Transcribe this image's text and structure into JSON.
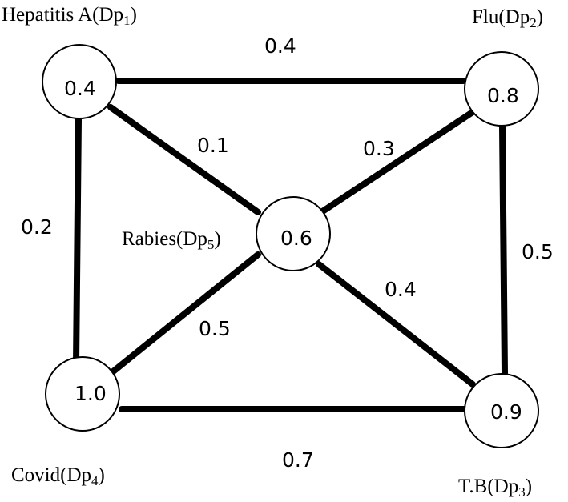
{
  "graph": {
    "nodes": [
      {
        "id": "hepatitis",
        "name": "Hepatitis A(Dp",
        "sub": "1",
        "close": ")",
        "value": "0.4"
      },
      {
        "id": "flu",
        "name": "Flu(Dp",
        "sub": "2",
        "close": ")",
        "value": "0.8"
      },
      {
        "id": "tb",
        "name": "T.B(Dp",
        "sub": "3",
        "close": ")",
        "value": "0.9"
      },
      {
        "id": "covid",
        "name": "Covid(Dp",
        "sub": "4",
        "close": ")",
        "value": "1.0"
      },
      {
        "id": "rabies",
        "name": "Rabies(Dp",
        "sub": "5",
        "close": ")",
        "value": "0.6"
      }
    ],
    "edges": [
      {
        "id": "hepatitis-flu",
        "from": "hepatitis",
        "to": "flu",
        "weight": "0.4"
      },
      {
        "id": "hepatitis-rabies",
        "from": "hepatitis",
        "to": "rabies",
        "weight": "0.1"
      },
      {
        "id": "hepatitis-covid",
        "from": "hepatitis",
        "to": "covid",
        "weight": "0.2"
      },
      {
        "id": "flu-rabies",
        "from": "flu",
        "to": "rabies",
        "weight": "0.3"
      },
      {
        "id": "flu-tb",
        "from": "flu",
        "to": "tb",
        "weight": "0.5"
      },
      {
        "id": "rabies-tb",
        "from": "rabies",
        "to": "tb",
        "weight": "0.4"
      },
      {
        "id": "rabies-covid",
        "from": "rabies",
        "to": "covid",
        "weight": "0.5"
      },
      {
        "id": "covid-tb",
        "from": "covid",
        "to": "tb",
        "weight": "0.7"
      }
    ]
  }
}
